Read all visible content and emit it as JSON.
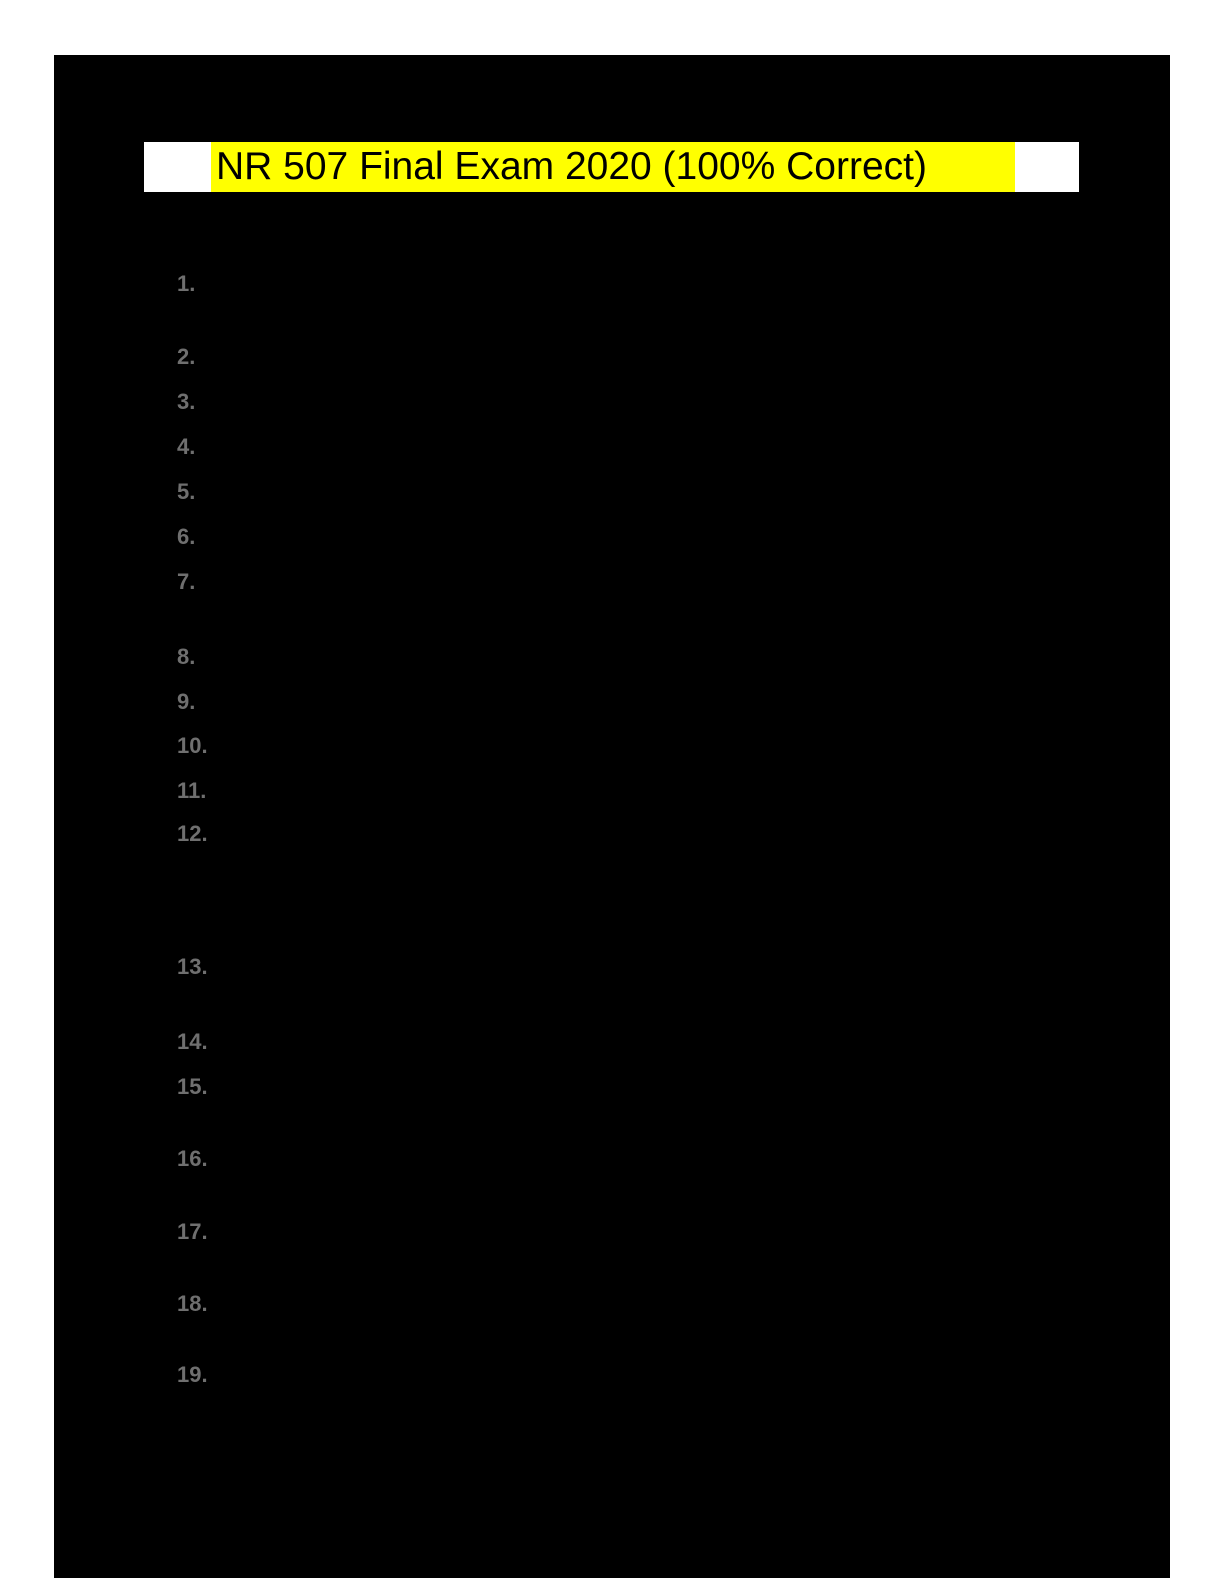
{
  "document": {
    "title": "NR 507 Final Exam 2020 (100% Correct)",
    "colors": {
      "canvas_background": "#ffffff",
      "page_background": "#000000",
      "title_highlight": "#ffff00",
      "title_margin_highlight": "#ffffff",
      "title_text": "#000000",
      "list_number_color": "#6f6f6f"
    },
    "list": {
      "items": [
        {
          "label": "1."
        },
        {
          "label": "2."
        },
        {
          "label": "3."
        },
        {
          "label": "4."
        },
        {
          "label": "5."
        },
        {
          "label": "6."
        },
        {
          "label": "7."
        },
        {
          "label": "8."
        },
        {
          "label": "9."
        },
        {
          "label": "10."
        },
        {
          "label": "11."
        },
        {
          "label": "12."
        },
        {
          "label": "13."
        },
        {
          "label": "14."
        },
        {
          "label": "15."
        },
        {
          "label": "16."
        },
        {
          "label": "17."
        },
        {
          "label": "18."
        },
        {
          "label": "19."
        }
      ]
    }
  }
}
